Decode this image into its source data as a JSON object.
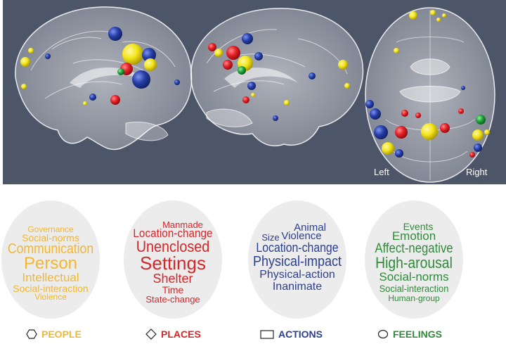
{
  "views": {
    "left_label": "Left",
    "right_label": "Right"
  },
  "colors": {
    "people": "#f2b632",
    "places": "#d7262a",
    "actions": "#2b3f8f",
    "feelings": "#2f8a3a",
    "blob_yellow": "#f3e61b",
    "blob_red": "#e21f26",
    "blob_blue": "#263fa8",
    "blob_green": "#20a23b"
  },
  "clouds": [
    {
      "id": "people",
      "words": [
        "Governance",
        "Social-norms",
        "Communication",
        "Person",
        "Intellectual",
        "Social-interaction",
        "Violence"
      ]
    },
    {
      "id": "places",
      "words": [
        "Manmade",
        "Location-change",
        "Unenclosed",
        "Settings",
        "Shelter",
        "Time",
        "State-change"
      ]
    },
    {
      "id": "actions",
      "words": [
        "Animal",
        "Size",
        "Violence",
        "Location-change",
        "Physical-impact",
        "Physical-action",
        "Inanimate"
      ]
    },
    {
      "id": "feelings",
      "words": [
        "Events",
        "Emotion",
        "Affect-negative",
        "High-arousal",
        "Social-norms",
        "Social-interaction",
        "Human-group"
      ]
    }
  ],
  "legend": [
    {
      "id": "people",
      "shape": "hexagon-icon",
      "label": "PEOPLE"
    },
    {
      "id": "places",
      "shape": "diamond-icon",
      "label": "PLACES"
    },
    {
      "id": "actions",
      "shape": "rectangle-icon",
      "label": "ACTIONS"
    },
    {
      "id": "feelings",
      "shape": "circle-icon",
      "label": "FEELINGS"
    }
  ]
}
